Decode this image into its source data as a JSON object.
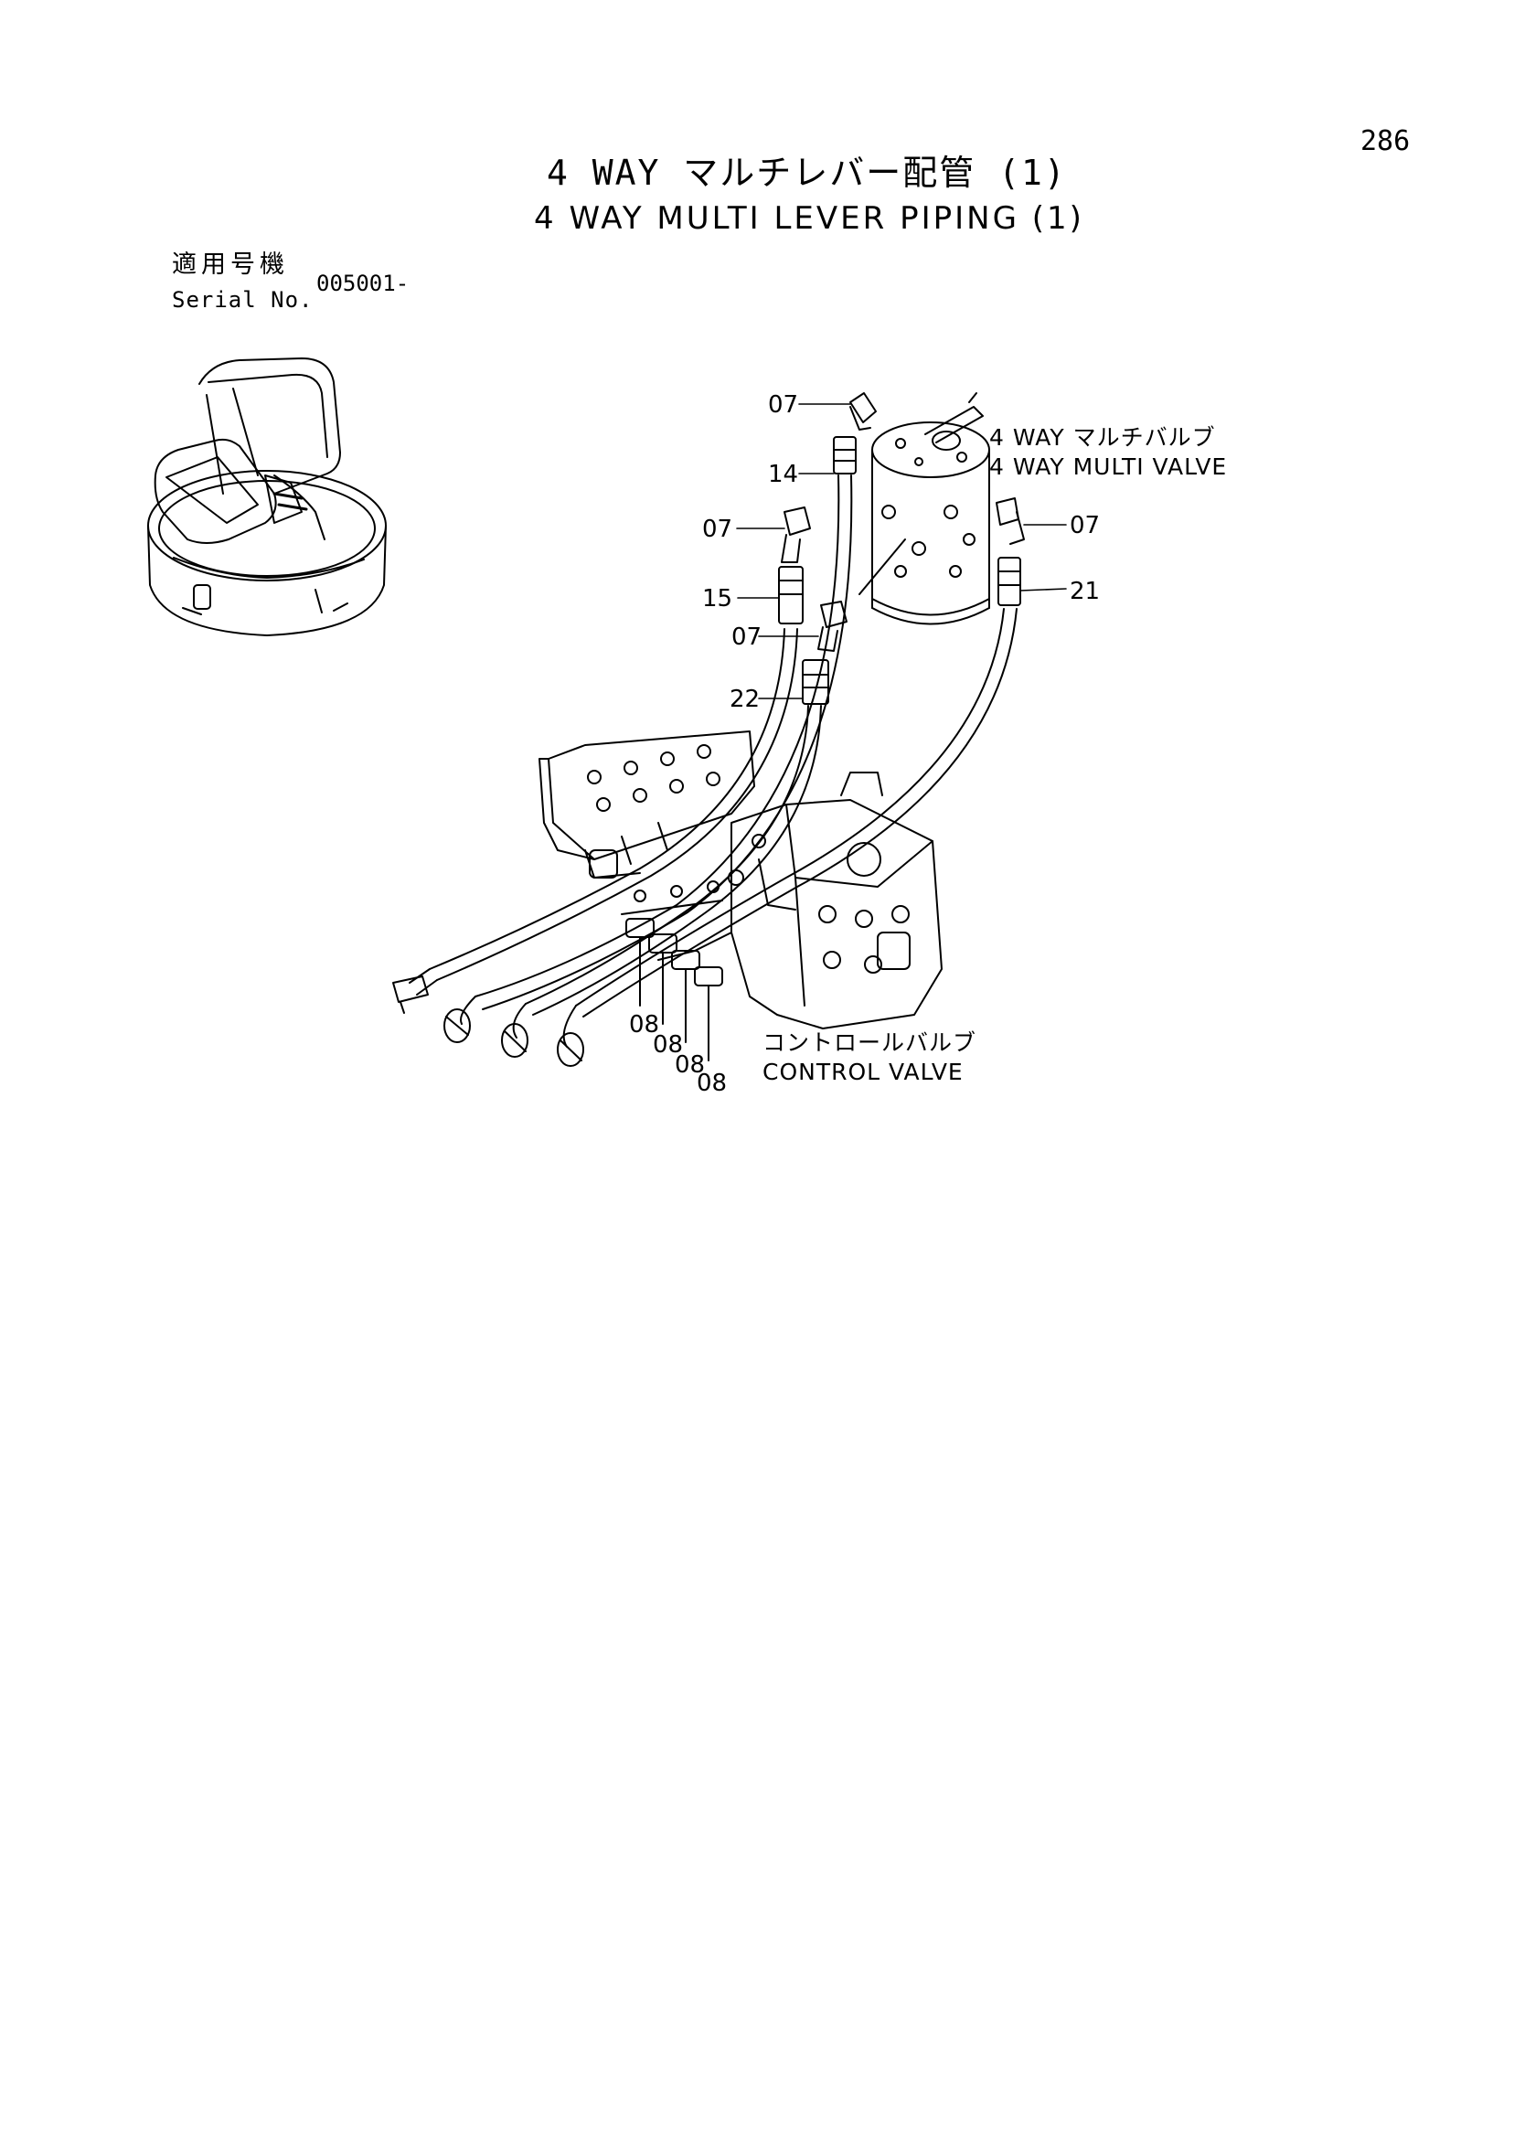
{
  "page_number": "286",
  "title_jp": "4 WAY マルチレバー配管 (1)",
  "title_en": "4 WAY MULTI LEVER PIPING (1)",
  "serial": {
    "label_jp": "適用号機",
    "label_en": "Serial No.",
    "value": "005001-"
  },
  "callouts": {
    "p07a": "07",
    "p14": "14",
    "p07b": "07",
    "p15": "15",
    "p07c": "07",
    "p22": "22",
    "p07d": "07",
    "p21": "21",
    "p08a": "08",
    "p08b": "08",
    "p08c": "08",
    "p08d": "08"
  },
  "components": {
    "multi_valve_jp": "4 WAY マルチバルブ",
    "multi_valve_en": "4 WAY MULTI VALVE",
    "control_valve_jp": "コントロールバルブ",
    "control_valve_en": "CONTROL VALVE"
  }
}
